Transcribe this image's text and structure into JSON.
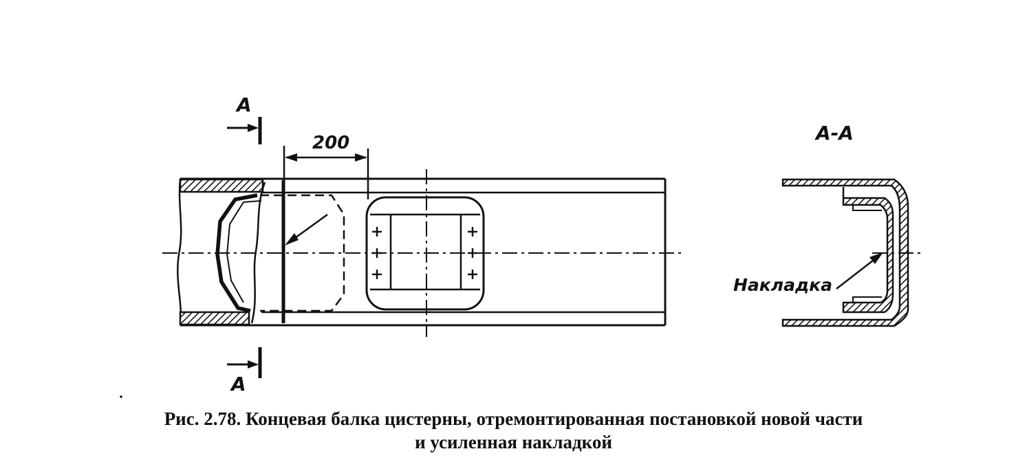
{
  "labels": {
    "section_mark_top": "A",
    "section_mark_bottom": "A",
    "dimension": "200",
    "section_title": "A-A",
    "overlay_label": "Накладка"
  },
  "caption": {
    "line1": "Рис. 2.78. Концевая балка цистерны, отремонтированная постановкой новой части",
    "line2": "и усиленная накладкой"
  }
}
